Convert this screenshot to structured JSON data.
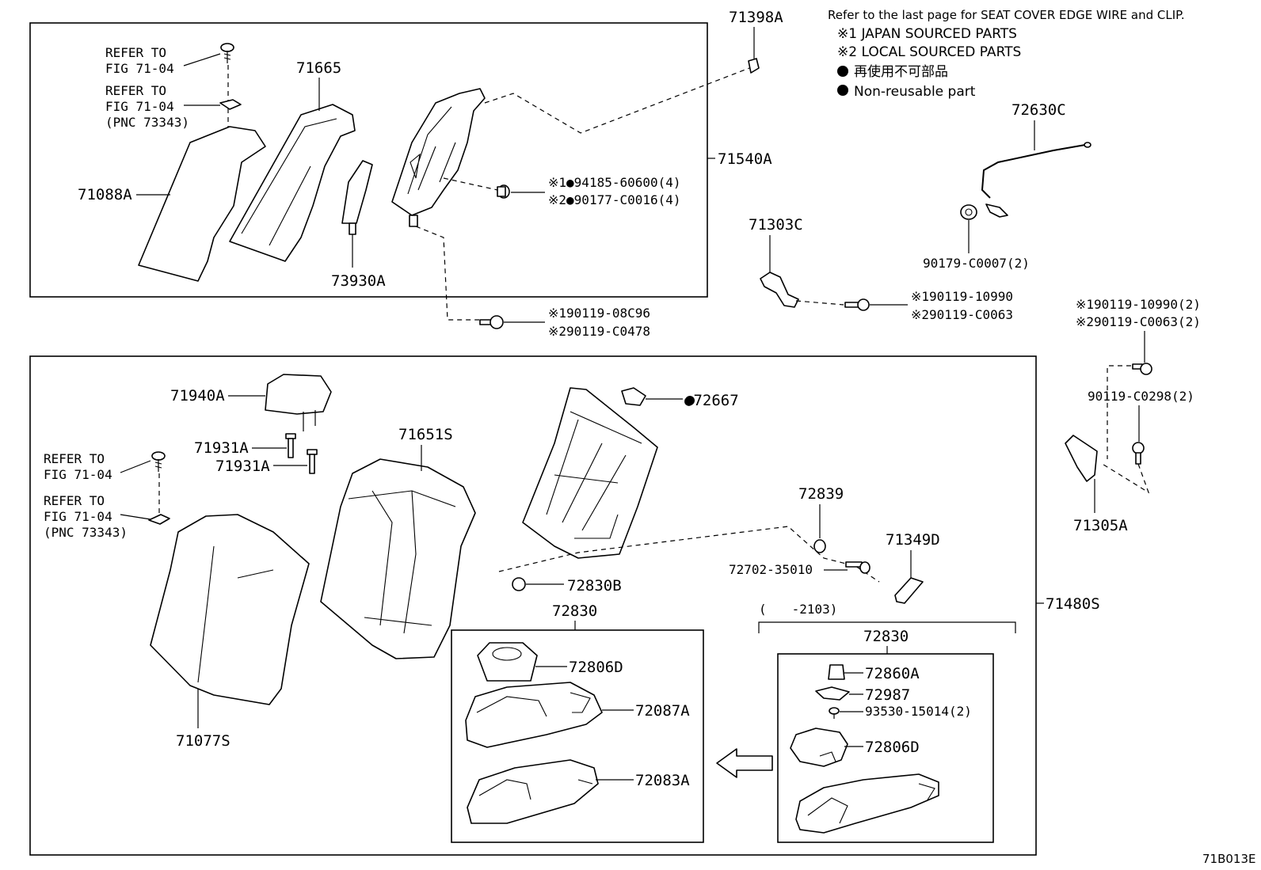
{
  "notes": {
    "edge_wire": "Refer to the last page for SEAT COVER EDGE WIRE and CLIP.",
    "japan": "※1 JAPAN SOURCED PARTS",
    "local": "※2 LOCAL SOURCED PARTS",
    "nonreuse_jp": "再使用不可部品",
    "nonreuse_en": "Non-reusable part"
  },
  "figure_code": "71B013E",
  "top_group": {
    "assembly": "71540A",
    "refer1_a": "REFER TO",
    "refer1_b": "FIG 71-04",
    "refer2_a": "REFER TO",
    "refer2_b": "FIG 71-04",
    "refer2_c": "(PNC 73343)",
    "pad": "71665",
    "cover": "71088A",
    "clip": "73930A",
    "frame_part": "71398A",
    "bolt1_1": "※1●94185-60600(4)",
    "bolt1_2": "※2●90177-C0016(4)",
    "bolt2_1": "※190119-08C96",
    "bolt2_2": "※290119-C0478"
  },
  "right_parts": {
    "hinge": "71303C",
    "hinge_bolt_1": "※190119-10990",
    "hinge_bolt_2": "※290119-C0063",
    "cable": "72630C",
    "cable_nut": "90179-C0007(2)",
    "bolt_a_1": "※190119-10990(2)",
    "bolt_a_2": "※290119-C0063(2)",
    "bolt_b": "90119-C0298(2)",
    "bracket": "71305A"
  },
  "bottom_group": {
    "assembly": "71480S",
    "headrest": "71940A",
    "support1": "71931A",
    "support2": "71931A",
    "refer1_a": "REFER TO",
    "refer1_b": "FIG 71-04",
    "refer2_a": "REFER TO",
    "refer2_b": "FIG 71-04",
    "refer2_c": "(PNC 73343)",
    "pad": "71651S",
    "cover": "71077S",
    "frame_clip": "●72667",
    "nut": "72839",
    "stopper": "71349D",
    "screw": "72702-35010",
    "armrest_clip": "72830B",
    "armrest_a": "72830",
    "armrest_b": "72830",
    "date_range": "(　　-2103)",
    "a_cup": "72806D",
    "a_cover": "72087A",
    "a_base": "72083A",
    "b_clip": "72860A",
    "b_pad": "72987",
    "b_screw": "93530-15014(2)",
    "b_cup": "72806D"
  }
}
